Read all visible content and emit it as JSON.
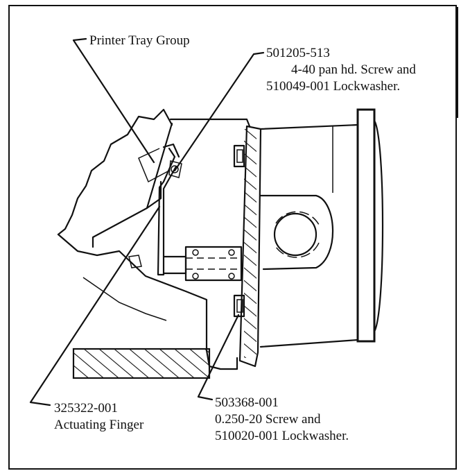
{
  "callouts": {
    "printer_tray": {
      "line1": "Printer Tray Group"
    },
    "pan_screw": {
      "line1": "501205-513",
      "line2": "4-40 pan hd. Screw and",
      "line3": "510049-001 Lockwasher."
    },
    "finger": {
      "line1": "325322-001",
      "line2": "Actuating Finger"
    },
    "screw_250": {
      "line1": "503368-001",
      "line2": "0.250-20 Screw and",
      "line3": "510020-001 Lockwasher."
    }
  },
  "colors": {
    "ink": "#111111",
    "paper": "#ffffff"
  }
}
